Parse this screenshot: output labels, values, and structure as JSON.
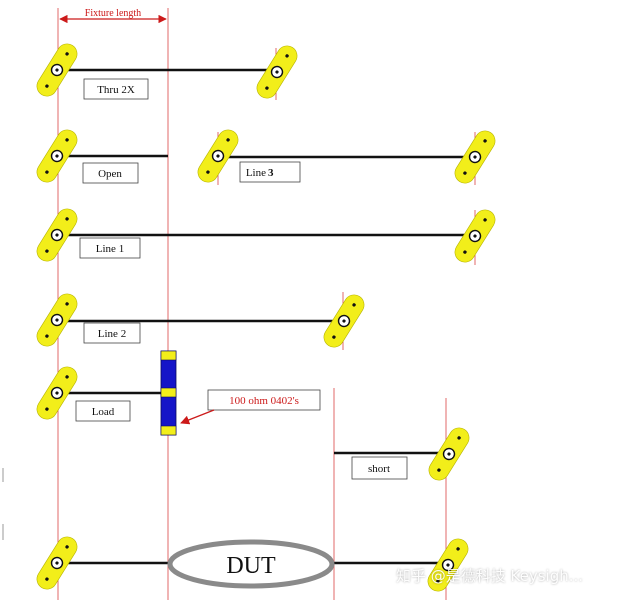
{
  "header": {
    "fixture_length_label": "Fixture length"
  },
  "labels": {
    "thru2x": "Thru 2X",
    "open": "Open",
    "line3_prefix": "Line",
    "line3_num": "3",
    "line1": "Line 1",
    "line2": "Line 2",
    "load": "Load",
    "resistor_note": "100 ohm 0402's",
    "short": "short",
    "dut": "DUT"
  },
  "watermark": "知乎 @是德科技 Keysigh...",
  "colors": {
    "probe_fill": "#f2ee1a",
    "guide_red": "#e06a6a",
    "annotation_red": "#cc1a1a",
    "resistor_blue": "#1515c8",
    "dut_ellipse": "#8a8a8a"
  }
}
